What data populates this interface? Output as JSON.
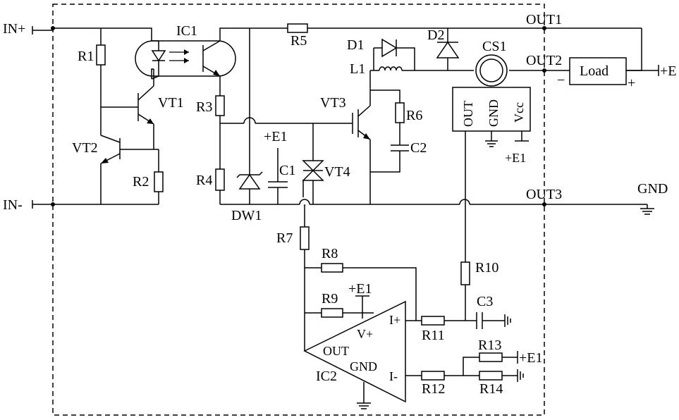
{
  "labels": {
    "in_plus": "IN+",
    "in_minus": "IN-",
    "r1": "R1",
    "r2": "R2",
    "r3": "R3",
    "r4": "R4",
    "r5": "R5",
    "r6": "R6",
    "r7": "R7",
    "r8": "R8",
    "r9": "R9",
    "r10": "R10",
    "r11": "R11",
    "r12": "R12",
    "r13": "R13",
    "r14": "R14",
    "vt1": "VT1",
    "vt2": "VT2",
    "vt3": "VT3",
    "vt4": "VT4",
    "ic1": "IC1",
    "ic2": "IC2",
    "d1": "D1",
    "d2": "D2",
    "l1": "L1",
    "cs1": "CS1",
    "c1": "C1",
    "c2": "C2",
    "c3": "C3",
    "dw1": "DW1",
    "e1_c1": "+E1",
    "e1_cs1": "+E1",
    "e1_ic2": "+E1",
    "e1_r13": "+E1",
    "out1": "OUT1",
    "out2": "OUT2",
    "out3": "OUT3",
    "gnd": "GND",
    "load": "Load",
    "plus_e": "+E",
    "load_minus": "−",
    "load_plus": "+",
    "cs1_out": "OUT",
    "cs1_gnd": "GND",
    "cs1_vcc": "Vcc",
    "ic2_vplus": "V+",
    "ic2_out": "OUT",
    "ic2_gnd": "GND",
    "ic2_iplus": "I+",
    "ic2_iminus": "I-"
  }
}
